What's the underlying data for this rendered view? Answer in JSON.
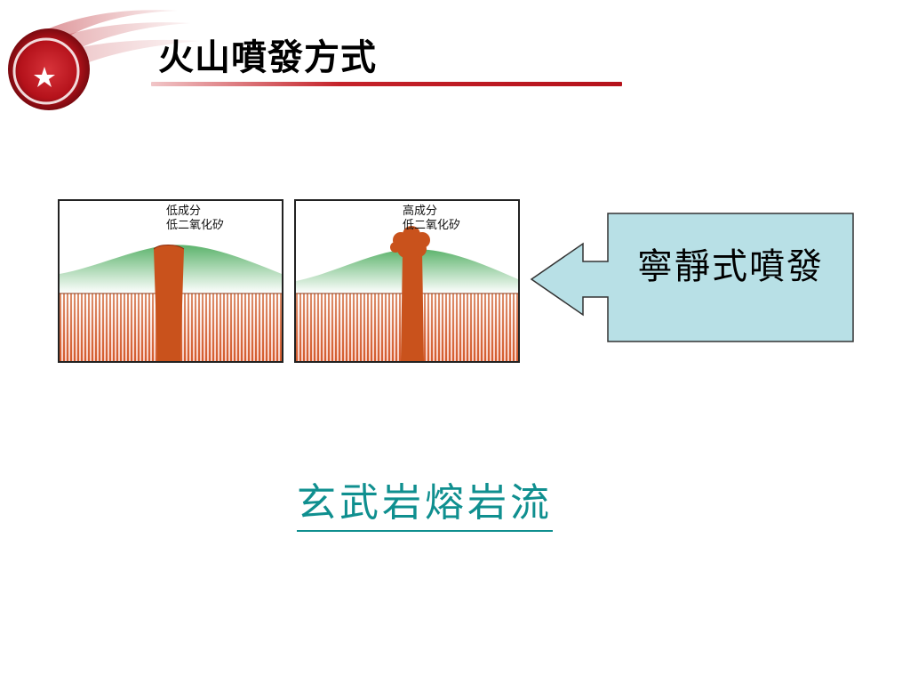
{
  "header": {
    "title": "火山噴發方式"
  },
  "diagram": {
    "left_panel": {
      "label_line1": "低成分",
      "label_line2": "低二氧化矽"
    },
    "right_panel": {
      "label_line1": "高成分",
      "label_line2": "低二氧化矽"
    }
  },
  "callout": {
    "text": "寧靜式噴發"
  },
  "link": {
    "text": "玄武岩熔岩流"
  },
  "colors": {
    "brand_red": "#b5121b",
    "callout_fill": "#b8e0e6",
    "link": "#0f8f8f",
    "lava": "#c9521c",
    "mound_green": "#6cbf7a"
  }
}
